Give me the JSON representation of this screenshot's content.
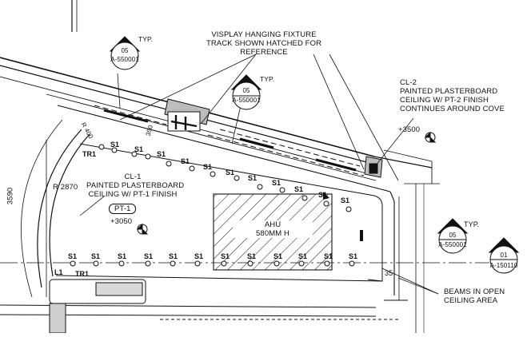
{
  "notes": {
    "visplay": [
      "VISPLAY HANGING FIXTURE",
      "TRACK SHOWN HATCHED FOR",
      "REFERENCE"
    ],
    "cl2": [
      "CL-2",
      "PAINTED PLASTERBOARD",
      "CEILING W/ PT-2 FINISH",
      "CONTINUES AROUND COVE"
    ],
    "cl1": [
      "CL-1",
      "PAINTED PLASTERBOARD",
      "CEILING W/ PT-1 FINISH"
    ],
    "beams": [
      "BEAMS IN OPEN",
      "CEILING AREA"
    ]
  },
  "finish_tag": "PT-1",
  "levels": {
    "cl1": "+3050",
    "cl2": "+3500"
  },
  "ahu": {
    "name": "AHU",
    "size": "580MM H"
  },
  "dimensions": {
    "height": "3590",
    "radius": "R 2870",
    "r_small": "R 400",
    "small": "350",
    "corner": "35"
  },
  "section_tags": [
    {
      "num": "05",
      "ref": "A-550001",
      "note": "TYP."
    },
    {
      "num": "05",
      "ref": "A-550001",
      "note": "TYP."
    },
    {
      "num": "05",
      "ref": "A-550001",
      "note": "TYP."
    },
    {
      "num": "01",
      "ref": "A-150110",
      "note": ""
    }
  ],
  "light_tags": {
    "s1": "S1",
    "tr1": "TR1",
    "l1": "L1"
  }
}
